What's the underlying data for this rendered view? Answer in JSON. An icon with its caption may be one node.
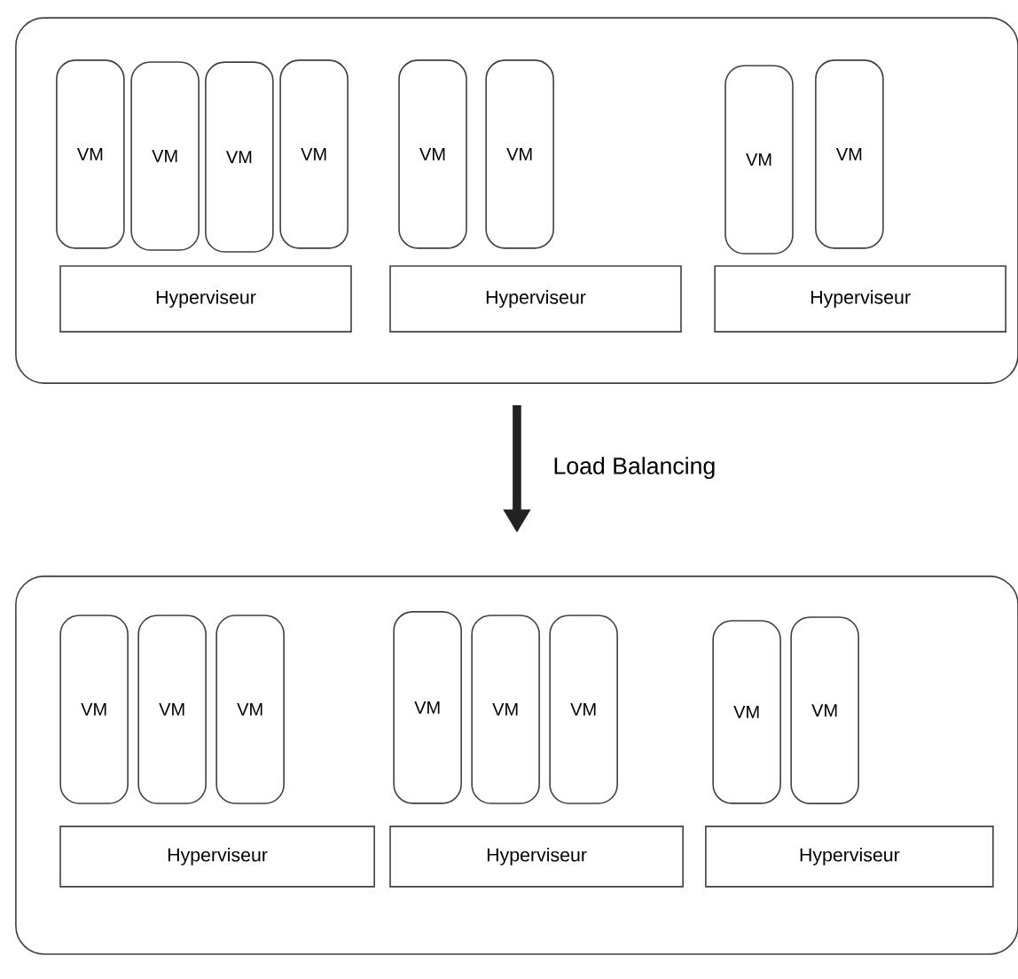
{
  "diagram": {
    "nodes": [
      {
        "text": [],
        "shape": "box"
      },
      {
        "text": [
          "VM"
        ],
        "in": 0
      },
      {
        "text": [
          "VM"
        ],
        "in": 0
      },
      {
        "text": [
          "VM"
        ],
        "in": 0
      },
      {
        "text": [
          "VM"
        ],
        "in": 0
      },
      {
        "text": [
          "VM"
        ],
        "in": 0
      },
      {
        "text": [
          "VM"
        ],
        "in": 0
      },
      {
        "text": [
          "VM"
        ],
        "in": 0
      },
      {
        "text": [
          "VM"
        ],
        "in": 0
      },
      {
        "text": [
          "Hyperviseur"
        ],
        "in": 0
      },
      {
        "text": [
          "Hyperviseur"
        ],
        "in": 0
      },
      {
        "text": [
          "Hyperviseur"
        ],
        "in": 0
      },
      {
        "text": [],
        "shape": "box"
      },
      {
        "text": [
          "VM"
        ],
        "in": 12
      },
      {
        "text": [
          "VM"
        ],
        "in": 12
      },
      {
        "text": [
          "VM"
        ],
        "in": 12
      },
      {
        "text": [
          "VM"
        ],
        "in": 12
      },
      {
        "text": [
          "VM"
        ],
        "in": 12
      },
      {
        "text": [
          "VM"
        ],
        "in": 12
      },
      {
        "text": [
          "VM"
        ],
        "in": 12
      },
      {
        "text": [
          "VM"
        ],
        "in": 12
      },
      {
        "text": [
          "Hyperviseur"
        ],
        "in": 12
      },
      {
        "text": [
          "Hyperviseur"
        ],
        "in": 12
      },
      {
        "text": [
          "Hyperviseur"
        ],
        "in": 12
      }
    ],
    "edges": [
      {
        "from": 0,
        "to": 12,
        "arrow": "to",
        "label": "Load Balancing"
      }
    ]
  }
}
